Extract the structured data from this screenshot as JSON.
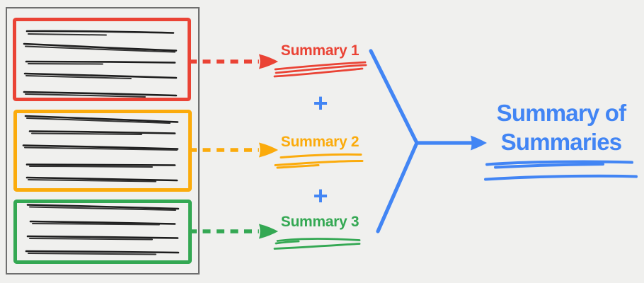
{
  "palette": {
    "background": "#f0f0ee",
    "document_border": "#6f6f6f",
    "ink": "#1d1d1d",
    "red": "#ea4335",
    "orange": "#fbab0c",
    "green": "#34a853",
    "blue": "#4285f4"
  },
  "document": {
    "chunks": [
      {
        "color_name": "red",
        "scribble_text_lines": 5
      },
      {
        "color_name": "orange",
        "scribble_text_lines": 5
      },
      {
        "color_name": "green",
        "scribble_text_lines": 4
      }
    ]
  },
  "summaries": [
    {
      "label": "Summary 1",
      "color": "#ea4335"
    },
    {
      "label": "Summary 2",
      "color": "#fbab0c"
    },
    {
      "label": "Summary 3",
      "color": "#34a853"
    }
  ],
  "plus_sign": "+",
  "result": {
    "line1": "Summary of",
    "line2": "Summaries",
    "color": "#4285f4"
  }
}
